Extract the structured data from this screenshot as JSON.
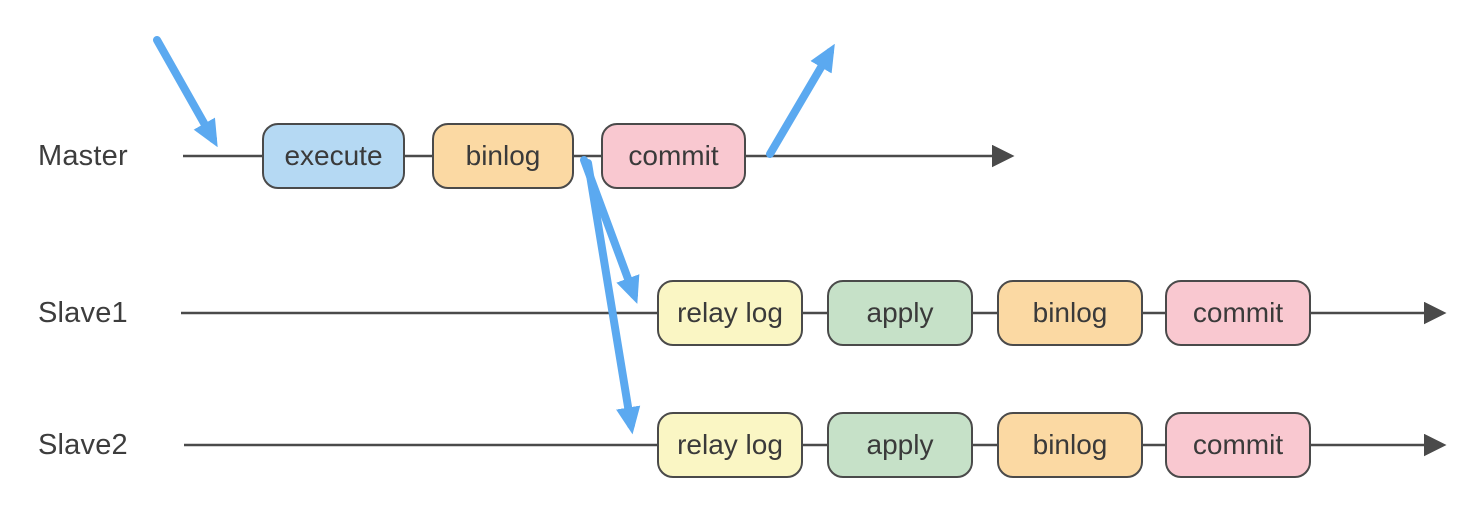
{
  "diagram": {
    "lanes": [
      {
        "label": "Master",
        "stages": [
          {
            "label": "execute",
            "color_key": "execute"
          },
          {
            "label": "binlog",
            "color_key": "binlog"
          },
          {
            "label": "commit",
            "color_key": "commit"
          }
        ]
      },
      {
        "label": "Slave1",
        "stages": [
          {
            "label": "relay log",
            "color_key": "relay_log"
          },
          {
            "label": "apply",
            "color_key": "apply"
          },
          {
            "label": "binlog",
            "color_key": "binlog"
          },
          {
            "label": "commit",
            "color_key": "commit"
          }
        ]
      },
      {
        "label": "Slave2",
        "stages": [
          {
            "label": "relay log",
            "color_key": "relay_log"
          },
          {
            "label": "apply",
            "color_key": "apply"
          },
          {
            "label": "binlog",
            "color_key": "binlog"
          },
          {
            "label": "commit",
            "color_key": "commit"
          }
        ]
      }
    ],
    "colors": {
      "execute": "#b5d9f3",
      "binlog": "#fbd9a3",
      "commit": "#f9c8d0",
      "relay_log": "#faf6c4",
      "apply": "#c6e1c8",
      "arrow_blue": "#5ba9f0",
      "line_dark": "#4a4a4a"
    }
  }
}
